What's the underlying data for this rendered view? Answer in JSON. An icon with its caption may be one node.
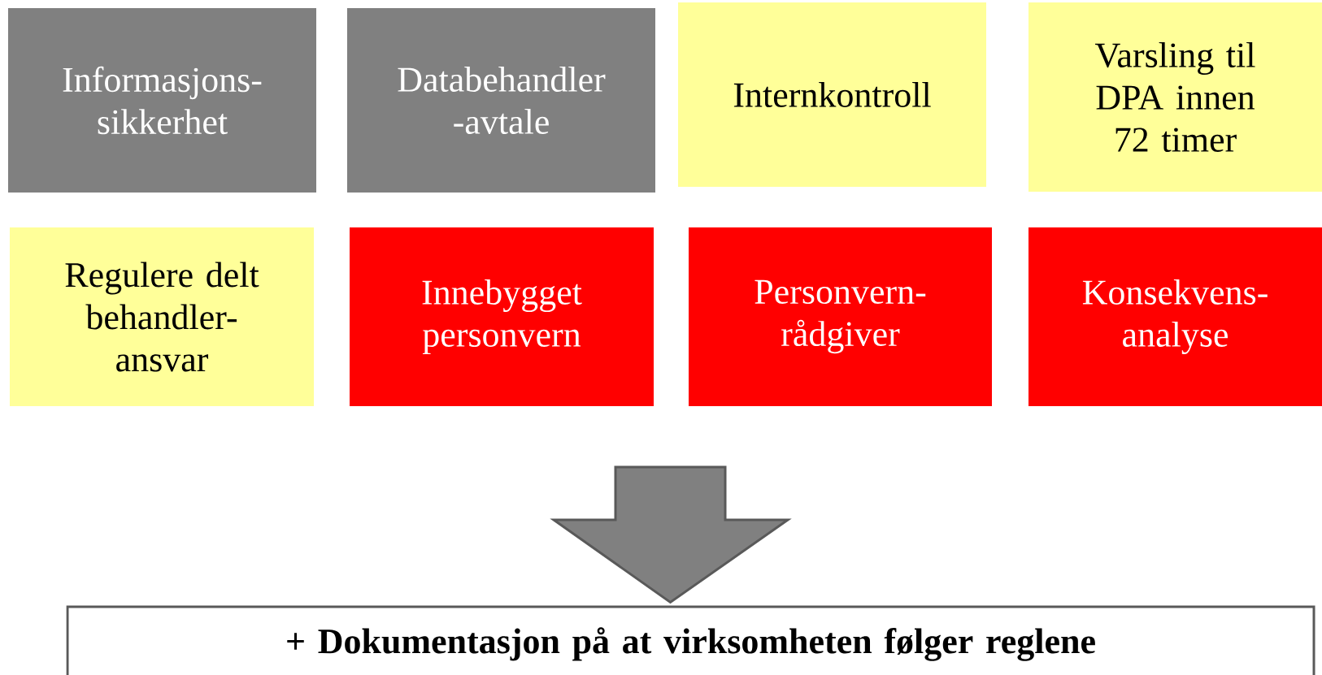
{
  "diagram": {
    "nodes": [
      {
        "text": [
          "Informasjons- sikkerhet"
        ]
      },
      {
        "text": [
          "Databehandler -avtale"
        ]
      },
      {
        "text": [
          "Internkontroll"
        ]
      },
      {
        "text": [
          "Varsling til DPA innen 72 timer"
        ]
      },
      {
        "text": [
          "Regulere delt behandler- ansvar"
        ]
      },
      {
        "text": [
          "Innebygget personvern"
        ]
      },
      {
        "text": [
          "Personvern- rådgiver"
        ]
      },
      {
        "text": [
          "Konsekvens- analyse"
        ]
      },
      {
        "text": [
          "+ Dokumentasjon på at virksomheten følger reglene"
        ]
      }
    ],
    "edges": [
      {
        "from": null,
        "to": 8,
        "arrow": "to"
      }
    ]
  }
}
